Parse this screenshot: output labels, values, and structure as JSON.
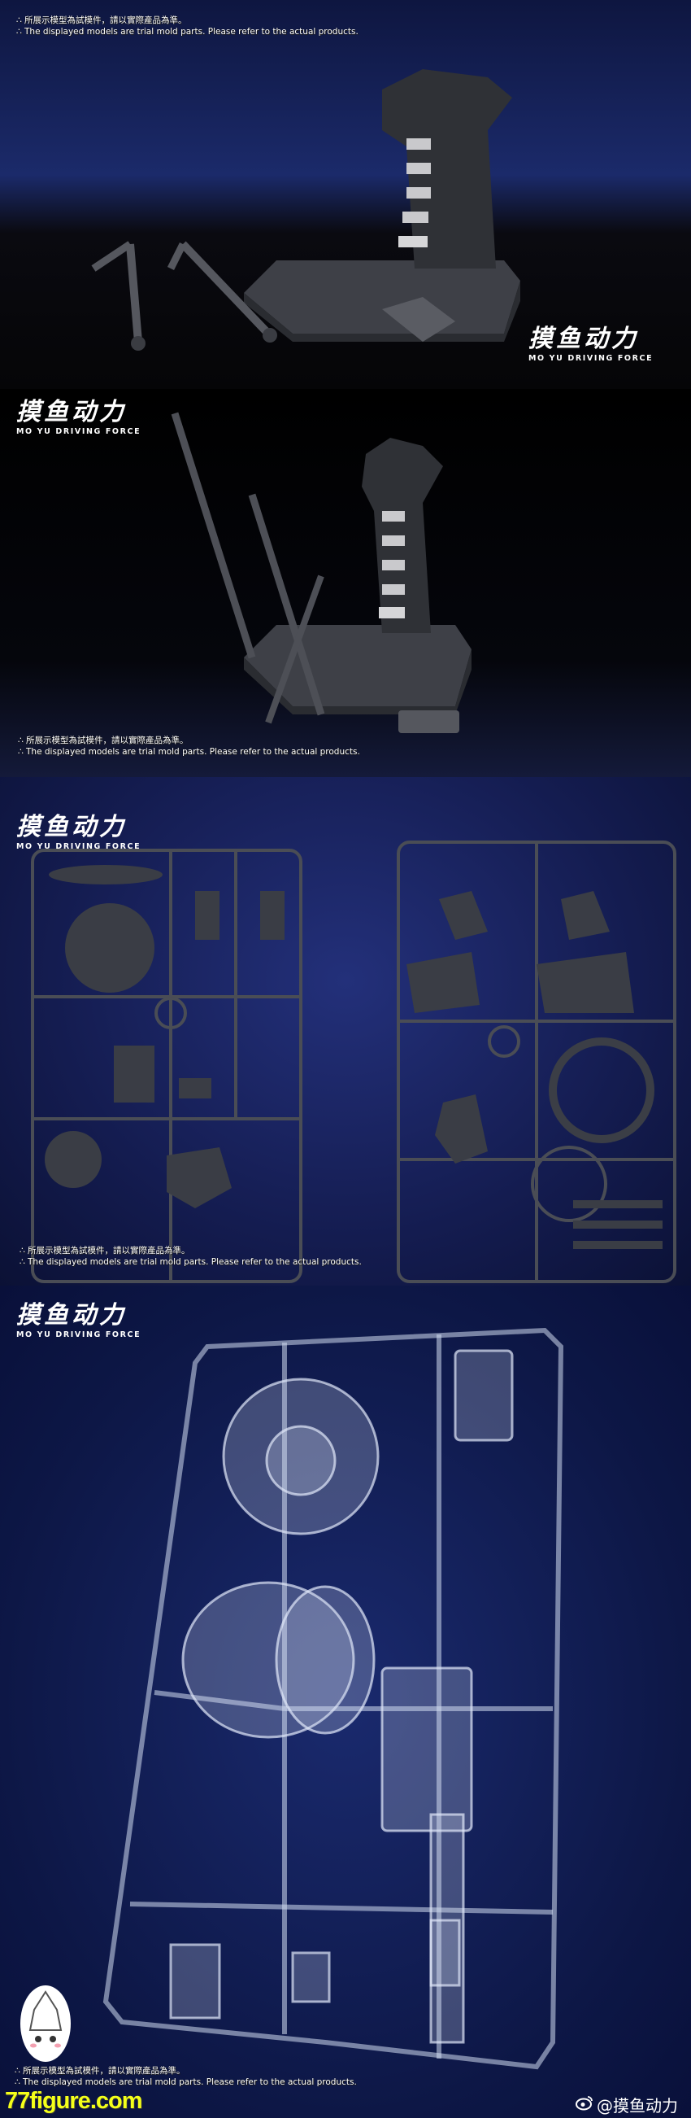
{
  "disclaimer": {
    "cn": "∴ 所展示模型為試模件，請以實際產品為準。",
    "en": "∴ The displayed models are trial mold parts. Please refer to the actual products."
  },
  "logo": {
    "cn": "摸鱼动力",
    "en": "MO YU DRIVING FORCE"
  },
  "watermark": {
    "site": "77figure.com",
    "weibo_handle": "@摸鱼动力",
    "weibo_icon": "weibo-icon"
  },
  "colors": {
    "watermark_yellow": "#f4ff1a",
    "background_blue": "#141c50",
    "plastic_grey": "#4a4d55"
  }
}
